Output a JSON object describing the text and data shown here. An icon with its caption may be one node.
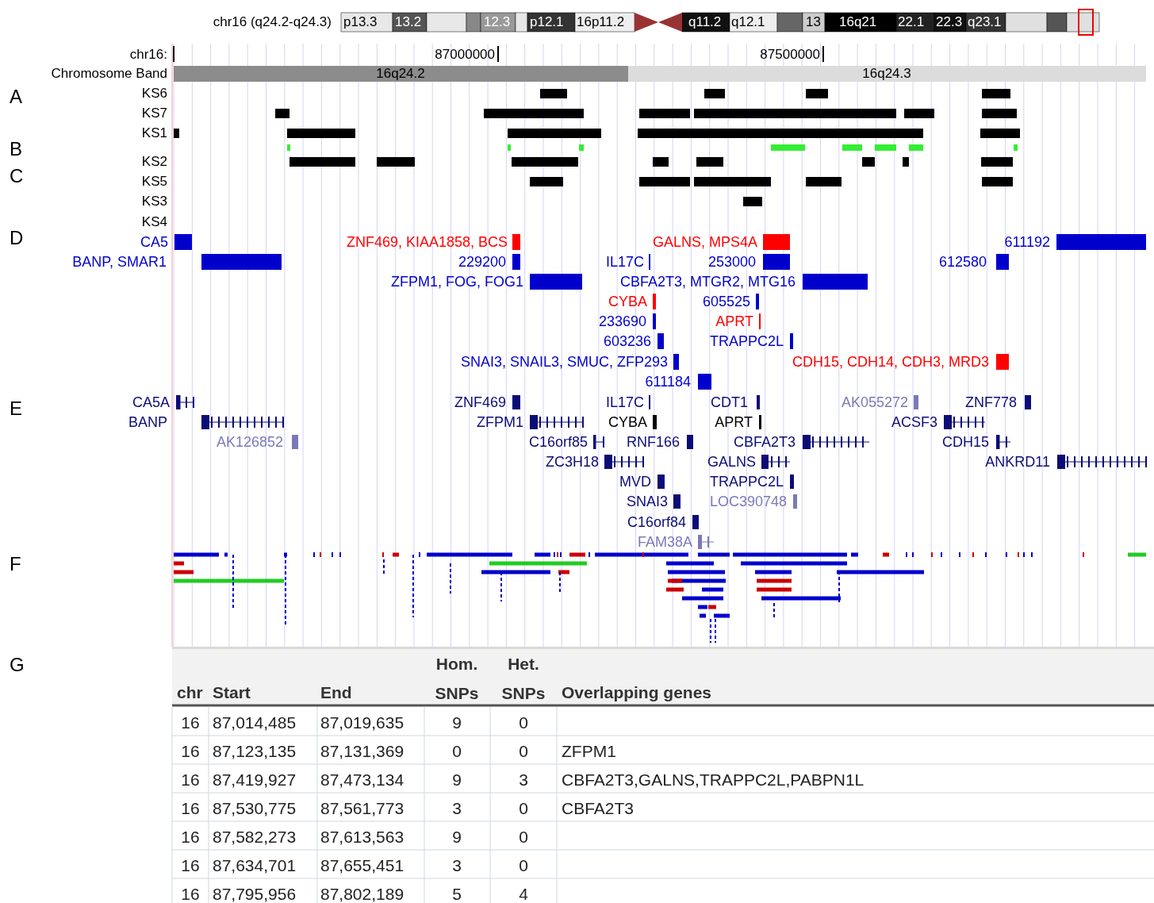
{
  "diagram": {
    "labels": [
      "chr16 (q24.2-q24.3)",
      "p13.3",
      "13.2",
      "12.3",
      "p12.1",
      "16p11.2",
      "q11.2",
      "q12.1",
      "13",
      "16q21",
      "22.1",
      "22.3",
      "q23.1",
      "chr16:",
      "87000000",
      "87500000",
      "Chromosome Band",
      "16q24.2",
      "16q24.3",
      "A",
      "KS6",
      "KS7",
      "KS1",
      "B",
      "KS2",
      "C",
      "KS5",
      "KS3",
      "KS4",
      "D",
      "CA5",
      "ZNF469, KIAA1858, BCS",
      "GALNS, MPS4A",
      "611192",
      "BANP, SMAR1",
      "229200",
      "IL17C",
      "253000",
      "612580",
      "ZFPM1, FOG, FOG1",
      "CBFA2T3, MTGR2, MTG16",
      "CYBA",
      "605525",
      "233690",
      "APRT",
      "603236",
      "TRAPPC2L",
      "SNAI3, SNAIL3, SMUC, ZFP293",
      "CDH15, CDH14, CDH3, MRD3",
      "611184",
      "E",
      "CA5A",
      "ZNF469",
      "IL17C",
      "CDT1",
      "AK055272",
      "ZNF778",
      "BANP",
      "ZFPM1",
      "CYBA",
      "APRT",
      "ACSF3",
      "AK126852",
      "C16orf85",
      "RNF166",
      "CBFA2T3",
      "CDH15",
      "ZC3H18",
      "GALNS",
      "ANKRD11",
      "MVD",
      "TRAPPC2L",
      "SNAI3",
      "LOC390748",
      "C16orf84",
      "FAM38A",
      "F",
      "G",
      "chr",
      "Start",
      "End",
      "Hom. SNPs",
      "Het. SNPs",
      "Overlapping genes",
      "16",
      "87,014,485",
      "87,019,635",
      "9",
      "0",
      "16",
      "87,123,135",
      "87,131,369",
      "0",
      "0",
      "ZFPM1",
      "16",
      "87,419,927",
      "87,473,134",
      "9",
      "3",
      "CBFA2T3,GALNS,TRAPPC2L,PABPN1L",
      "16",
      "87,530,775",
      "87,561,773",
      "3",
      "0",
      "CBFA2T3",
      "16",
      "87,582,273",
      "87,613,563",
      "9",
      "0",
      "16",
      "87,634,701",
      "87,655,451",
      "3",
      "0",
      "16",
      "87,795,956",
      "87,802,189",
      "5",
      "4"
    ]
  }
}
